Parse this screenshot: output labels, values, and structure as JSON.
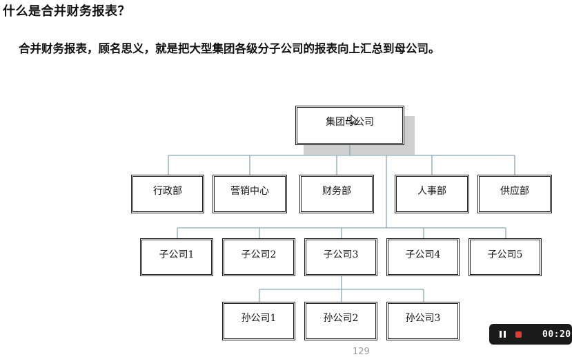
{
  "heading": "什么是合并财务报表？",
  "intro": "合并财务报表，顾名思义，就是把大型集团各级分子公司的报表向上汇总到母公司。",
  "org_chart": {
    "root": "集团母公司",
    "departments": [
      "行政部",
      "营销中心",
      "财务部",
      "人事部",
      "供应部"
    ],
    "subsidiaries": [
      "子公司1",
      "子公司2",
      "子公司3",
      "子公司4",
      "子公司5"
    ],
    "grandchildren": [
      "孙公司1",
      "孙公司2",
      "孙公司3"
    ]
  },
  "page_number": "129",
  "player": {
    "timer": "00:20",
    "pause_icon": "pause-icon",
    "record_icon": "record-icon",
    "record_color": "#e53935"
  },
  "colors": {
    "connector": "#8aa6b8",
    "border": "#222222"
  }
}
